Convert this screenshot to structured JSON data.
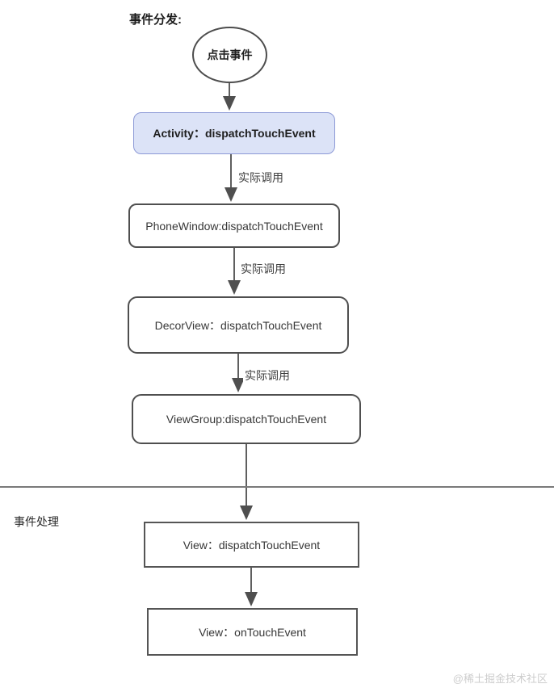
{
  "page": {
    "section_dispatch_title": "事件分发:",
    "section_handle_title": "事件处理",
    "watermark": "@稀土掘金技术社区"
  },
  "nodes": {
    "start_event": "点击事件",
    "activity": "Activity：dispatchTouchEvent",
    "phone_window": "PhoneWindow:dispatchTouchEvent",
    "decor_view": "DecorView：dispatchTouchEvent",
    "view_group": "ViewGroup:dispatchTouchEvent",
    "view_dispatch": "View：dispatchTouchEvent",
    "view_on_touch": "View：onTouchEvent"
  },
  "edges": {
    "labels": [
      "实际调用",
      "实际调用",
      "实际调用"
    ]
  },
  "colors": {
    "accent_fill": "#dce3f7",
    "accent_border": "#8c99d6",
    "node_border": "#4f4f4f",
    "line": "#5f5f5f",
    "divider": "#7a7a7a",
    "watermark": "#cdcdcd"
  }
}
